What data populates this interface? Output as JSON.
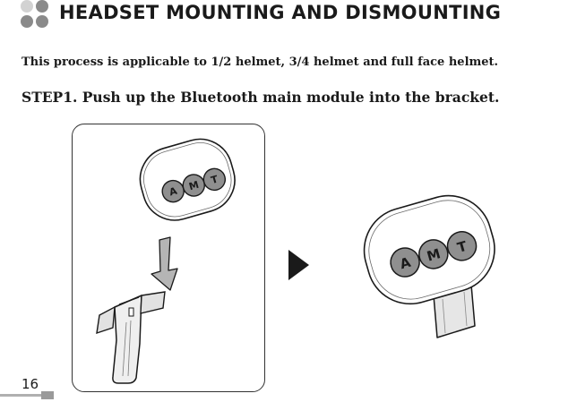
{
  "header": {
    "title": "HEADSET MOUNTING AND DISMOUNTING"
  },
  "intro": {
    "text": "This process is applicable to 1/2 helmet, 3/4 helmet and full face helmet."
  },
  "step1": {
    "text": "STEP1. Push up the Bluetooth main module into the bracket."
  },
  "footer": {
    "page_number": "16"
  },
  "module_buttons": [
    "A",
    "M",
    "T"
  ],
  "colors": {
    "ink": "#1a1a1a",
    "module_face": "#ffffff",
    "button_fill": "#8f8f8f",
    "bracket_fill": "#efefef"
  },
  "icons": {
    "arrow": "down-arrow-icon",
    "next": "play-triangle-icon"
  }
}
